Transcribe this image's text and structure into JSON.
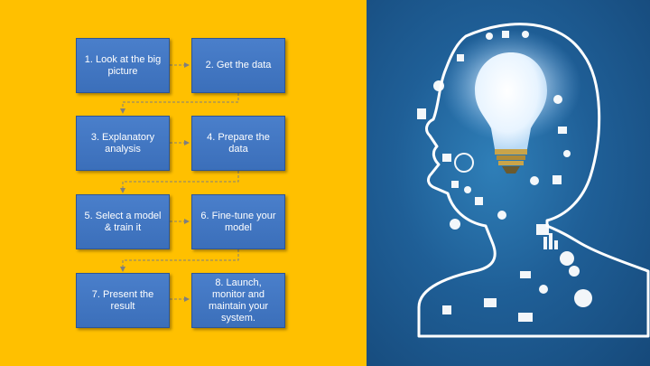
{
  "steps": [
    {
      "label": "1. Look at the big picture"
    },
    {
      "label": "2. Get the data"
    },
    {
      "label": "3. Explanatory analysis"
    },
    {
      "label": "4. Prepare the data"
    },
    {
      "label": "5. Select a model & train it"
    },
    {
      "label": "6. Fine-tune your model"
    },
    {
      "label": "7. Present the result"
    },
    {
      "label": "8. Launch, monitor and maintain your system."
    }
  ],
  "colors": {
    "background_left": "#FFC000",
    "box_fill": "#4472C4",
    "background_right": "#1F5F97",
    "connector": "#7F7F7F"
  }
}
